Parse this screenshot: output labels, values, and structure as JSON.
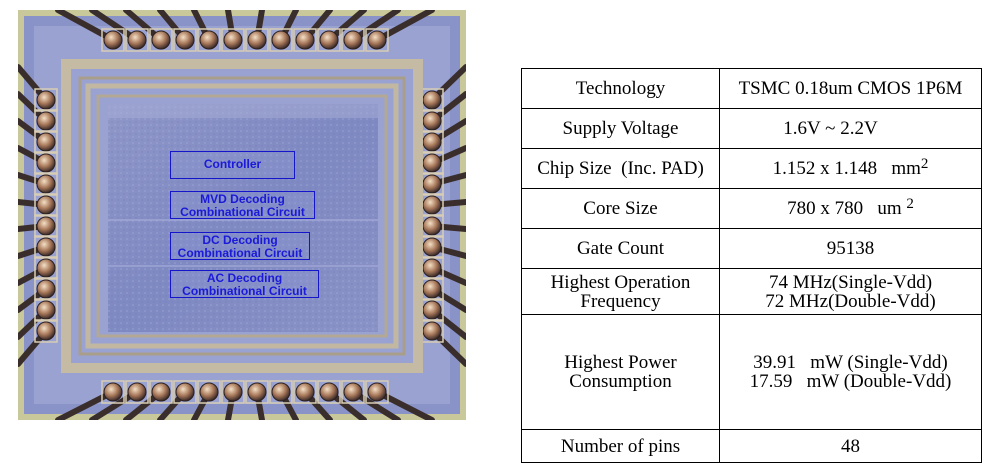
{
  "chip": {
    "labels": [
      {
        "id": "controller",
        "lines": [
          "Controller"
        ]
      },
      {
        "id": "mvd",
        "lines": [
          "MVD Decoding",
          "Combinational Circuit"
        ]
      },
      {
        "id": "dc",
        "lines": [
          "DC Decoding",
          "Combinational Circuit"
        ]
      },
      {
        "id": "ac",
        "lines": [
          "AC Decoding",
          "Combinational Circuit"
        ]
      }
    ]
  },
  "table": {
    "rows": [
      {
        "name": "Technology",
        "value": "TSMC 0.18um CMOS 1P6M"
      },
      {
        "name": "Supply Voltage",
        "value": "1.6V ~ 2.2V"
      },
      {
        "name": "Chip Size  (Inc. PAD)",
        "value": "1.152 x 1.148   mm",
        "sup": "2"
      },
      {
        "name": "Core Size",
        "value": "780 x 780   um ",
        "sup": "2"
      },
      {
        "name": "Gate Count",
        "value": "95138"
      },
      {
        "name": [
          "Highest Operation",
          "Frequency"
        ],
        "value": [
          "74 MHz(Single-Vdd)",
          "72 MHz(Double-Vdd)"
        ]
      },
      {
        "name": [
          "Highest Power",
          "Consumption"
        ],
        "value": [
          "39.91   mW (Single-Vdd)",
          "17.59   mW (Double-Vdd)"
        ]
      },
      {
        "name": "Number of pins",
        "value": "48"
      }
    ]
  }
}
